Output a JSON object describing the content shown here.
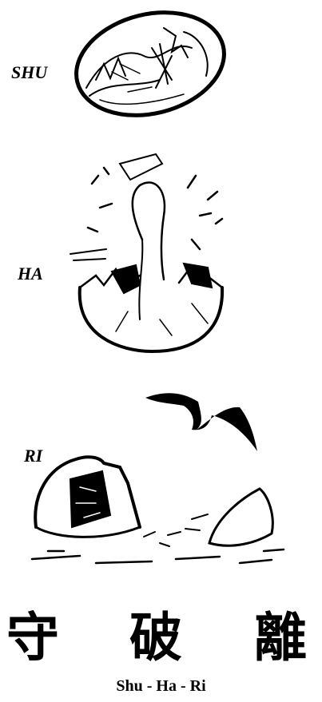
{
  "stages": [
    {
      "label": "SHU"
    },
    {
      "label": "HA"
    },
    {
      "label": "RI"
    }
  ],
  "kanji": [
    "守",
    "破",
    "離"
  ],
  "subtitle": "Shu - Ha - Ri",
  "colors": {
    "ink": "#000000",
    "paper": "#ffffff"
  }
}
